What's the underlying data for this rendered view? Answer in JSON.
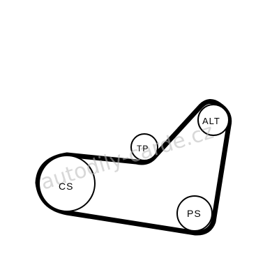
{
  "pulleys": {
    "cs": {
      "label": "CS"
    },
    "tp": {
      "label": "TP"
    },
    "alt": {
      "label": "ALT"
    },
    "ps": {
      "label": "PS"
    }
  },
  "watermark": {
    "text": "autodily-carde.cz"
  },
  "colors": {
    "belt": "#000000",
    "pulley_outline": "#000000",
    "background": "#ffffff",
    "watermark": "#b8b8b8"
  }
}
